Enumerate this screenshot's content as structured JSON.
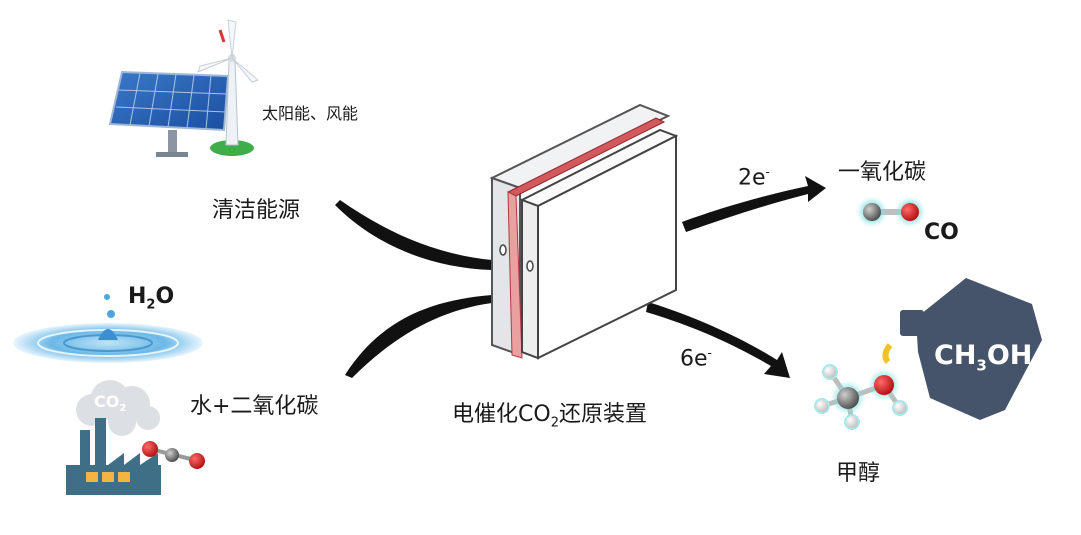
{
  "labels": {
    "solar_wind": "太阳能、风能",
    "clean_energy": "清洁能源",
    "water_co2": "水+二氧化碳",
    "device_prefix": "电催化CO",
    "device_sub": "2",
    "device_suffix": "还原装置",
    "electrons_2": "2e",
    "electrons_6": "6e",
    "electron_charge": "-",
    "carbon_monoxide": "一氧化碳",
    "co_formula": "CO",
    "methanol": "甲醇",
    "water_formula_h": "H",
    "water_formula_sub": "2",
    "water_formula_o": "O",
    "factory_formula_c": "CO",
    "factory_formula_sub": "2",
    "methanol_formula_a": "CH",
    "methanol_formula_sub": "3",
    "methanol_formula_b": "OH"
  },
  "icons": {
    "solar_panel": "solar-panel-icon",
    "wind_turbine": "wind-turbine-icon",
    "water_drop": "water-drop-icon",
    "factory": "factory-icon",
    "co_molecule": "co-molecule-icon",
    "methanol_molecule": "methanol-molecule-icon",
    "fuel_canister": "fuel-canister-icon",
    "electrolyzer": "electrolyzer-icon"
  },
  "colors": {
    "arrow": "#111111",
    "membrane": "#c0393b",
    "canister": "#46546b",
    "water": "#4fa6dd",
    "factory": "#3f6f87",
    "oxygen": "#d11f1f",
    "carbon": "#555555"
  }
}
